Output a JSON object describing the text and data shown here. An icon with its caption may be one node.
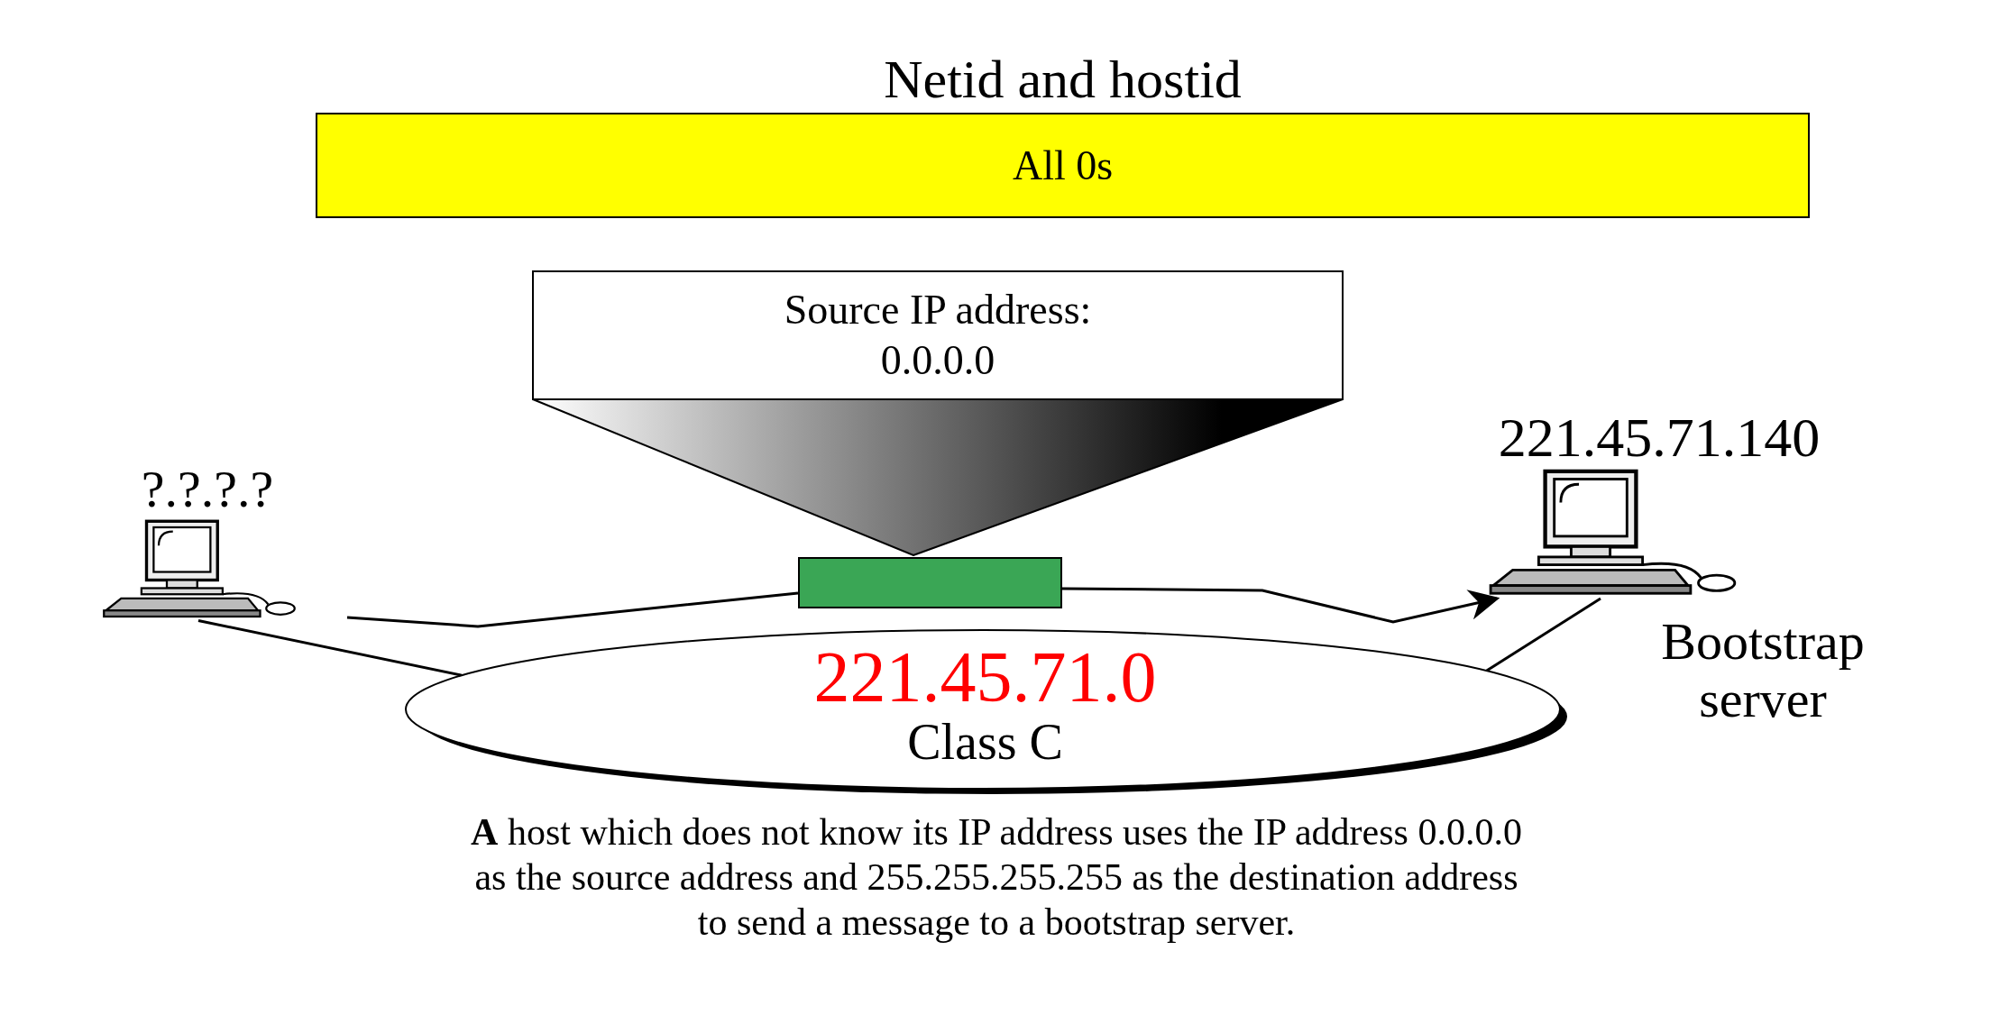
{
  "diagram": {
    "nodes": [
      {
        "text": [
          "Netid and hostid",
          "All 0s"
        ]
      },
      {
        "text": [
          "Source IP address: 0.0.0.0"
        ]
      },
      {
        "text": [],
        "shape": "bar"
      },
      {
        "text": [
          "?.?.?.?"
        ]
      },
      {
        "text": [
          "221.45.71.140",
          "Bootstrap server"
        ]
      },
      {
        "text": [
          "221.45.71.0",
          "Class C"
        ]
      }
    ],
    "edges": [
      {
        "from": null,
        "to": 2,
        "arrow": "none"
      },
      {
        "from": 2,
        "to": 4,
        "arrow": "to"
      },
      {
        "from": 3,
        "to": 5,
        "arrow": "none"
      },
      {
        "from": 4,
        "to": 5,
        "arrow": "none"
      }
    ],
    "caption": "**A** host which does not know its IP address uses the IP address 0.0.0.0 as the source address and 255.255.255.255 as the destination address to send a message to a bootstrap server."
  }
}
